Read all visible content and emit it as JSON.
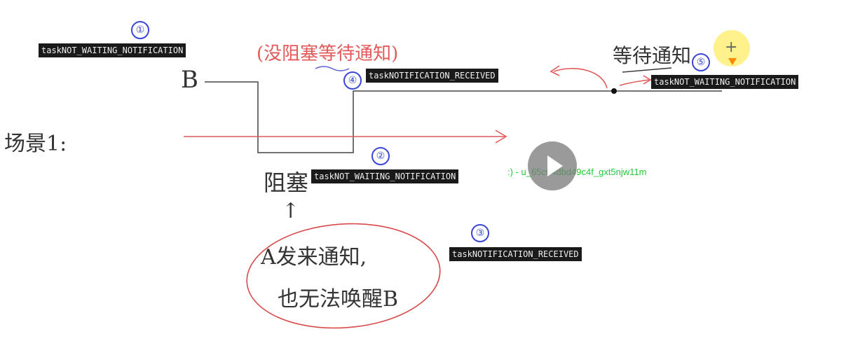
{
  "labels": {
    "l1": "taskNOT_WAITING_NOTIFICATION",
    "l2": "taskNOTIFICATION_RECEIVED",
    "l3": "taskNOT_WAITING_NOTIFICATION",
    "l4": "taskNOTIFICATION_RECEIVED",
    "l5": "taskNOT_WAITING_NOTIFICATION"
  },
  "markers": {
    "m1": "①",
    "m2": "②",
    "m3": "③",
    "m4": "④",
    "m5": "⑤"
  },
  "handwriting": {
    "b": "B",
    "scene": "场景1:",
    "wait_notice_paren": "(没阻塞等待通知)",
    "wait_notice": "等待通知",
    "blocked": "阻塞",
    "arrow_up": "↑",
    "note_line1": "A发来通知,",
    "note_line2": "也无法唤醒B"
  },
  "watermark": ":) - u_65c04dbd49c4f_gxt5njw11m",
  "colors": {
    "pen_red": "#e25a5a",
    "pen_blue": "#3946d8",
    "code_accent": "#e8894a"
  }
}
